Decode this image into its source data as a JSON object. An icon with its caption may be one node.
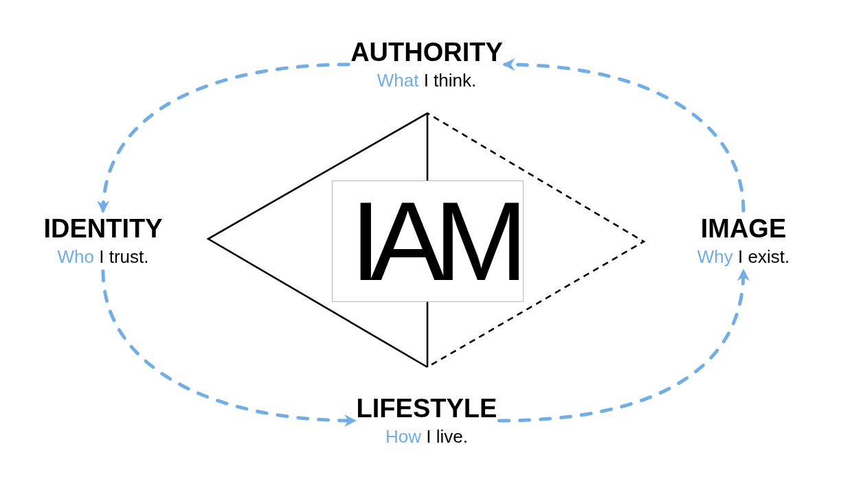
{
  "diagram": {
    "nodes": [
      {
        "text": [
          "AUTHORITY",
          "What I think."
        ]
      },
      {
        "text": [
          "IDENTITY",
          "Who I trust."
        ]
      },
      {
        "text": [],
        "shape": "diamond"
      },
      {
        "text": [
          "IAM"
        ],
        "in": 2
      },
      {
        "text": [
          "IMAGE",
          "Why I exist."
        ]
      },
      {
        "text": [
          "LIFESTYLE",
          "How I live."
        ]
      }
    ],
    "edges": [
      {
        "from": 0,
        "to": 1,
        "arrow": "to",
        "style": "dashed"
      },
      {
        "from": 1,
        "to": 5,
        "arrow": "to",
        "style": "dashed"
      },
      {
        "from": 5,
        "to": 4,
        "arrow": "to",
        "style": "dashed"
      },
      {
        "from": 4,
        "to": 0,
        "arrow": "to",
        "style": "dashed"
      }
    ]
  }
}
